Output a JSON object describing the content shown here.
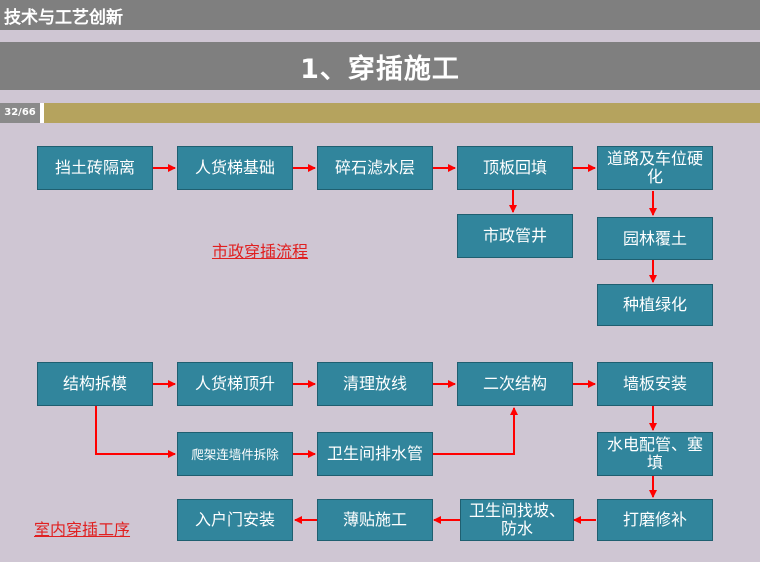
{
  "header": {
    "section_title": "技术与工艺创新",
    "slide_title": "1、穿插施工",
    "page_number": "32/66"
  },
  "colors": {
    "box_fill": "#31859c",
    "arrow": "#ff0000",
    "caption": "#e02020",
    "gold_strip": "#b5a35e",
    "gray_band": "#7f7f7f"
  },
  "municipal": {
    "caption": "市政穿插流程",
    "steps": [
      "挡土砖隔离",
      "人货梯基础",
      "碎石滤水层",
      "顶板回填",
      "道路及车位硬化",
      "市政管井",
      "园林覆土",
      "种植绿化"
    ]
  },
  "indoor": {
    "caption": "室内穿插工序",
    "steps": [
      "结构拆模",
      "人货梯顶升",
      "清理放线",
      "二次结构",
      "墙板安装",
      "爬架连墙件拆除",
      "卫生间排水管",
      "水电配管、塞填",
      "打磨修补",
      "卫生间找坡、防水",
      "薄贴施工",
      "入户门安装"
    ]
  }
}
